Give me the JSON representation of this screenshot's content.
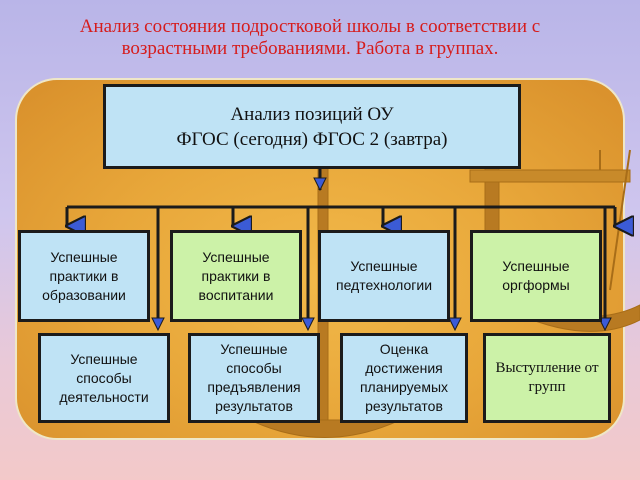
{
  "title": "Анализ состояния подростковой школы в соответствии с возрастными требованиями. Работа в группах.",
  "header_box": {
    "line1": "Анализ позиций ОУ",
    "line2": "ФГОС (сегодня) ФГОС 2 (завтра)"
  },
  "row1": [
    {
      "label": "Успешные практики в образовании",
      "color": "#bfe3f5"
    },
    {
      "label": "Успешные практики в воспитании",
      "color": "#ccf2a8"
    },
    {
      "label": "Успешные педтехнологии",
      "color": "#bfe3f5"
    },
    {
      "label": "Успешные оргформы",
      "color": "#ccf2a8"
    }
  ],
  "row2": [
    {
      "label": "Успешные способы деятельности",
      "color": "#bfe3f5"
    },
    {
      "label": "Успешные способы предъявления результатов",
      "color": "#bfe3f5"
    },
    {
      "label": "Оценка достижения планируемых результатов",
      "color": "#bfe3f5"
    },
    {
      "label": "Выступление от групп",
      "color": "#ccf2a8"
    }
  ],
  "colors": {
    "title": "#d61c1c",
    "panel": "#e8a73a",
    "connector": "#1b1b1b",
    "arrow_fill": "#3b5bd6"
  }
}
